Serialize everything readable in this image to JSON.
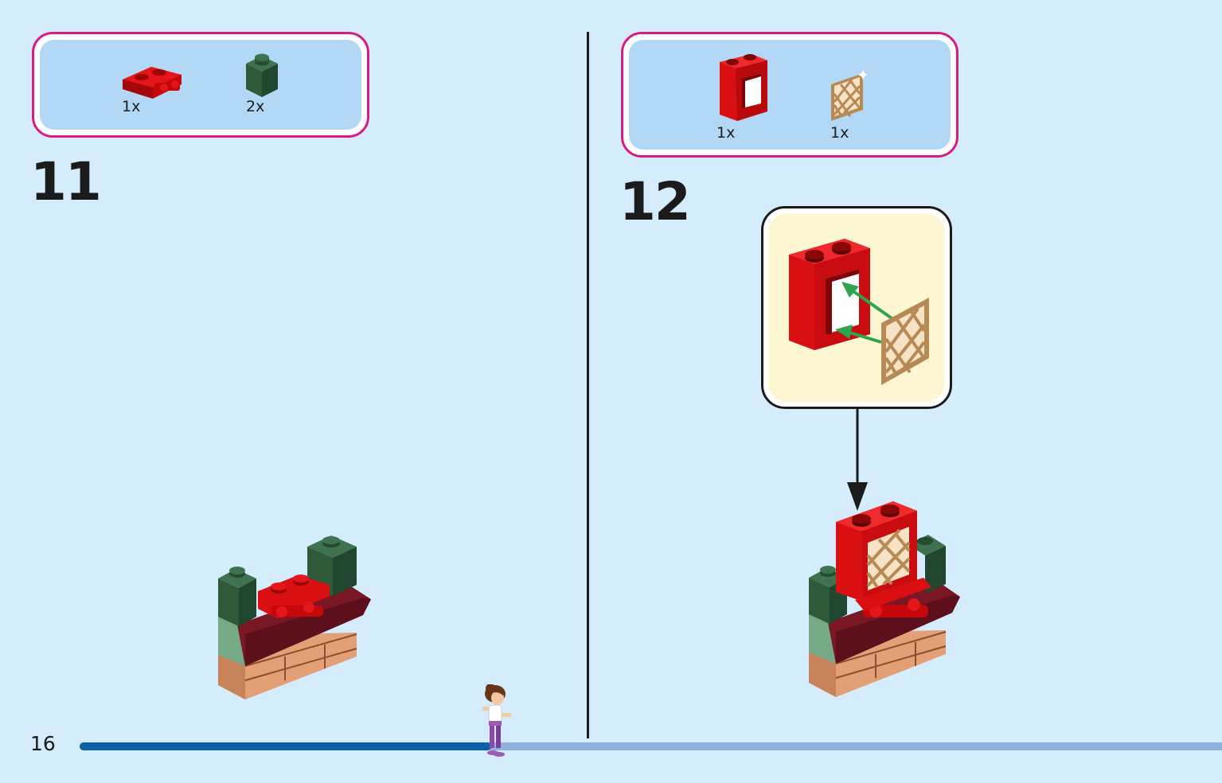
{
  "steps": [
    {
      "number": "11",
      "parts": [
        {
          "name": "red plate with clips",
          "qty": "1x"
        },
        {
          "name": "dark green brick 1x1",
          "qty": "2x"
        }
      ]
    },
    {
      "number": "12",
      "parts": [
        {
          "name": "red window frame",
          "qty": "1x"
        },
        {
          "name": "tan lattice window pane",
          "qty": "1x"
        }
      ]
    }
  ],
  "page": {
    "number": "16",
    "progress": 0.36
  },
  "colors": {
    "background": "#d4ecfb",
    "parts_border": "#d81b84",
    "parts_fill": "#b3d8f5",
    "callout_fill": "#fdf6d3",
    "progress_done": "#0b5fa5",
    "progress_todo": "#8fb1df",
    "brick_red": "#d90f12",
    "brick_dark_green": "#2e5a3a",
    "brick_sand_green": "#76a986",
    "brick_dark_red": "#7a1725",
    "brick_tan": "#e3a077"
  }
}
